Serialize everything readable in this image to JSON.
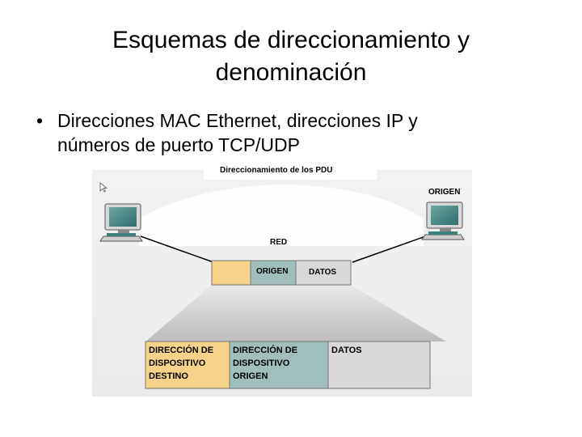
{
  "slide": {
    "title_line1": "Esquemas de direccionamiento y",
    "title_line2": "denominación",
    "bullet_symbol": "•",
    "bullet_line1": "Direcciones MAC Ethernet, direcciones IP y",
    "bullet_line2": "números de puerto TCP/UDP"
  },
  "diagram": {
    "heading": "Direccionamiento de los PDU",
    "right_host_label": "ORIGEN",
    "network_label": "RED",
    "pdu_small": {
      "origin": "ORIGEN",
      "data": "DATOS"
    },
    "pdu_large": {
      "dest": [
        "DIRECCIÓN DE",
        "DISPOSITIVO",
        "DESTINO"
      ],
      "origin": [
        "DIRECCIÓN DE",
        "DISPOSITIVO",
        "ORIGEN"
      ],
      "data": "DATOS"
    },
    "colors": {
      "dest": "#f7d38a",
      "origin": "#9fbfbd",
      "data": "#d8d8d8",
      "computer": "#3f7f7c"
    }
  }
}
